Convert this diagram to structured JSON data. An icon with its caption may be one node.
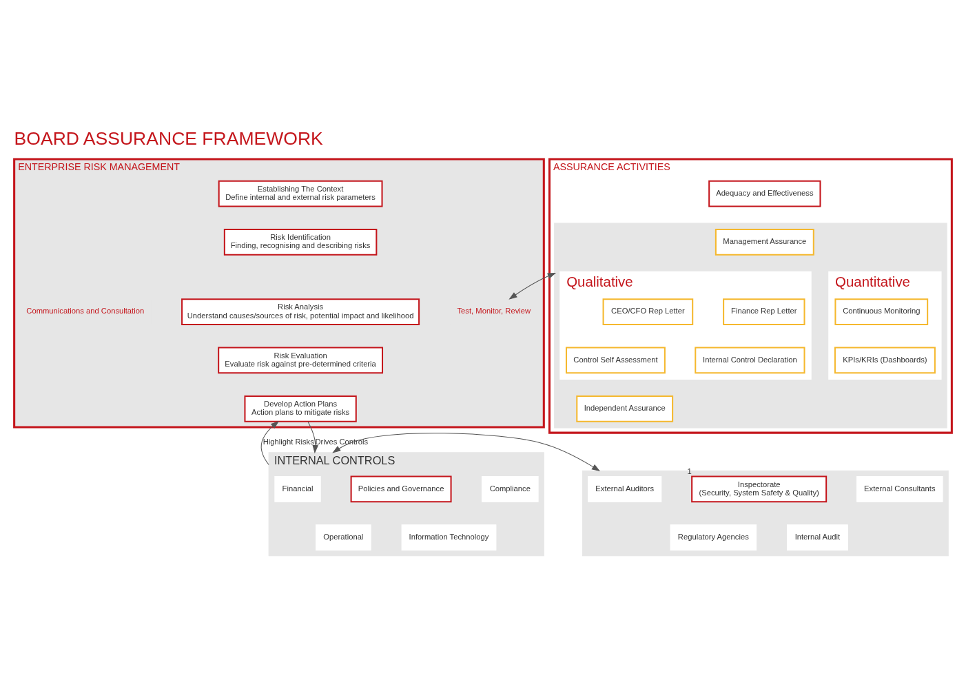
{
  "diagram": {
    "title": "BOARD ASSURANCE FRAMEWORK",
    "nodes": [
      {
        "text": [
          "ENTERPRISE RISK MANAGEMENT"
        ]
      },
      {
        "text": [
          "Communications and Consultation"
        ],
        "in": 0
      },
      {
        "text": [
          "Establishing The Context",
          "Define internal and external risk parameters"
        ],
        "in": 0
      },
      {
        "text": [
          "Risk Identification",
          "Finding, recognising and describing risks"
        ],
        "in": 0
      },
      {
        "text": [
          "Risk Analysis",
          "Understand causes/sources of risk, potential impact and likelihood"
        ],
        "in": 0
      },
      {
        "text": [
          "Risk Evaluation",
          "Evaluate risk against pre-determined criteria"
        ],
        "in": 0
      },
      {
        "text": [
          "Develop Action Plans",
          "Action plans to mitigate risks"
        ],
        "in": 0
      },
      {
        "text": [
          "Test, Monitor, Review"
        ],
        "in": 0
      },
      {
        "text": [
          "ASSURANCE ACTIVITIES"
        ]
      },
      {
        "text": [
          "Adequacy and Effectiveness"
        ],
        "in": 8
      },
      {
        "text": [],
        "shape": "box",
        "in": 8
      },
      {
        "text": [
          "Management Assurance"
        ],
        "in": 10
      },
      {
        "text": [
          "Qualitative"
        ],
        "in": 10
      },
      {
        "text": [
          "CEO/CFO Rep Letter"
        ],
        "in": 12
      },
      {
        "text": [
          "Finance Rep Letter"
        ],
        "in": 12
      },
      {
        "text": [
          "Control Self Assessment"
        ],
        "in": 12
      },
      {
        "text": [
          "Internal Control Declaration"
        ],
        "in": 12
      },
      {
        "text": [
          "Quantitative"
        ],
        "in": 10
      },
      {
        "text": [
          "Continuous Monitoring"
        ],
        "in": 17
      },
      {
        "text": [
          "KPIs/KRIs (Dashboards)"
        ],
        "in": 17
      },
      {
        "text": [
          "Independent Assurance"
        ],
        "in": 10
      },
      {
        "text": [
          "INTERNAL CONTROLS"
        ]
      },
      {
        "text": [
          "Financial"
        ],
        "in": 21
      },
      {
        "text": [
          "Compliance"
        ],
        "in": 21
      },
      {
        "text": [
          "Policies and Governance"
        ],
        "in": 21
      },
      {
        "text": [
          "Operational"
        ],
        "in": 21
      },
      {
        "text": [
          "Information Technology"
        ],
        "in": 21
      },
      {
        "text": [],
        "shape": "box"
      },
      {
        "text": [
          "External Auditors"
        ],
        "in": 27
      },
      {
        "text": [
          "Regulatory Agencies"
        ],
        "in": 27
      },
      {
        "text": [
          "Inspectorate",
          "(Security, System Safety & Quality)"
        ],
        "beside": [
          "1"
        ],
        "in": 27
      },
      {
        "text": [
          "External Consultants"
        ],
        "in": 27
      },
      {
        "text": [
          "Internal Audit"
        ],
        "in": 27
      }
    ],
    "edges": [
      {
        "from": 21,
        "to": 6,
        "arrow": "to",
        "label": "Highlight Risks"
      },
      {
        "from": 6,
        "to": 21,
        "arrow": "to",
        "label": "Drives Controls"
      },
      {
        "from": 7,
        "to": 10,
        "arrow": "both"
      },
      {
        "from": 21,
        "to": 27,
        "arrow": "both"
      }
    ]
  }
}
